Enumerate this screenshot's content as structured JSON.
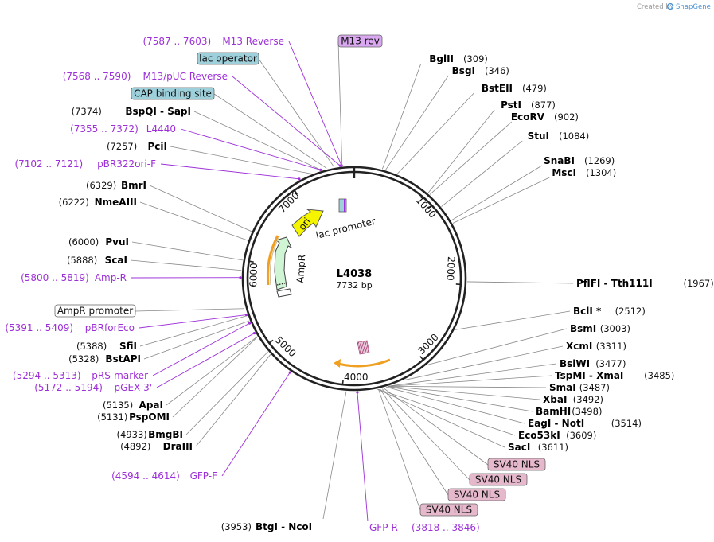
{
  "watermark": {
    "prefix": "Created by",
    "brand": "SnapGene"
  },
  "plasmid": {
    "name": "L4038",
    "size_label": "7732 bp",
    "length": 7732
  },
  "ruler_ticks": [
    "1000",
    "2000",
    "3000",
    "4000",
    "5000",
    "6000",
    "7000"
  ],
  "colors": {
    "primer": "#9d30d8",
    "line": "#888888",
    "primer_line": "#9d30d8",
    "feature_blue": "#9ed0dc",
    "feature_pink": "#e5b8cb",
    "primer_box": "#d9a8f0",
    "ori": "#f5f500",
    "ampr": "#d0f5d4",
    "promoter": "#f0a020"
  },
  "sites": [
    {
      "name": "BglII",
      "pos": "(309)"
    },
    {
      "name": "BsgI",
      "pos": "(346)"
    },
    {
      "name": "BstEII",
      "pos": "(479)"
    },
    {
      "name": "PstI",
      "pos": "(877)"
    },
    {
      "name": "EcoRV",
      "pos": "(902)"
    },
    {
      "name": "StuI",
      "pos": "(1084)"
    },
    {
      "name": "SnaBI",
      "pos": "(1269)"
    },
    {
      "name": "MscI",
      "pos": "(1304)"
    },
    {
      "name": "PflFI",
      "sep": "-",
      "name2": "Tth111I",
      "pos": "(1967)"
    },
    {
      "name": "BclI *",
      "pos": "(2512)"
    },
    {
      "name": "BsmI",
      "pos": "(3003)"
    },
    {
      "name": "XcmI",
      "pos": "(3311)"
    },
    {
      "name": "BsiWI",
      "pos": "(3477)"
    },
    {
      "name": "TspMI",
      "sep": "-",
      "name2": "XmaI",
      "pos": "(3485)"
    },
    {
      "name": "SmaI",
      "pos": "(3487)"
    },
    {
      "name": "XbaI",
      "pos": "(3492)"
    },
    {
      "name": "BamHI",
      "pos": "(3498)"
    },
    {
      "name": "EagI",
      "sep": "-",
      "name2": "NotI",
      "pos": "(3514)"
    },
    {
      "name": "Eco53kI",
      "pos": "(3609)"
    },
    {
      "name": "SacI",
      "pos": "(3611)"
    },
    {
      "name": "BtgI",
      "sep": "-",
      "name2": "NcoI",
      "pos": "(3953)"
    },
    {
      "name": "DraIII",
      "pos": "(4892)"
    },
    {
      "name": "BmgBI",
      "pos": "(4933)"
    },
    {
      "name": "PspOMI",
      "pos": "(5131)"
    },
    {
      "name": "ApaI",
      "pos": "(5135)"
    },
    {
      "name": "BstAPI",
      "pos": "(5328)"
    },
    {
      "name": "SfiI",
      "pos": "(5388)"
    },
    {
      "name": "ScaI",
      "pos": "(5888)"
    },
    {
      "name": "PvuI",
      "pos": "(6000)"
    },
    {
      "name": "NmeAIII",
      "pos": "(6222)"
    },
    {
      "name": "BmrI",
      "pos": "(6329)"
    },
    {
      "name": "PciI",
      "pos": "(7257)"
    },
    {
      "name": "BspQI",
      "sep": "-",
      "name2": "SapI",
      "pos": "(7374)"
    }
  ],
  "primers": [
    {
      "range": "(7587 .. 7603)",
      "name": "M13 Reverse"
    },
    {
      "range": "(7568 .. 7590)",
      "name": "M13/pUC Reverse"
    },
    {
      "range": "(7355 .. 7372)",
      "name": "L4440"
    },
    {
      "range": "(7102 .. 7121)",
      "name": "pBR322ori-F"
    },
    {
      "range": "(5800 .. 5819)",
      "name": "Amp-R"
    },
    {
      "range": "(5391 .. 5409)",
      "name": "pBRforEco"
    },
    {
      "range": "(5294 .. 5313)",
      "name": "pRS-marker"
    },
    {
      "range": "(5172 .. 5194)",
      "name": "pGEX 3'"
    },
    {
      "range": "(4594 .. 4614)",
      "name": "GFP-F"
    },
    {
      "name": "GFP-R",
      "range": "(3818 .. 3846)"
    }
  ],
  "feature_boxes": [
    {
      "label": "M13 rev"
    },
    {
      "label": "lac operator"
    },
    {
      "label": "CAP binding site"
    },
    {
      "label": "AmpR promoter"
    },
    {
      "label": "SV40 NLS"
    },
    {
      "label": "SV40 NLS"
    },
    {
      "label": "SV40 NLS"
    },
    {
      "label": "SV40 NLS"
    }
  ],
  "arc_labels": {
    "ori": "ori",
    "lac": "lac promoter",
    "ampr": "AmpR"
  }
}
